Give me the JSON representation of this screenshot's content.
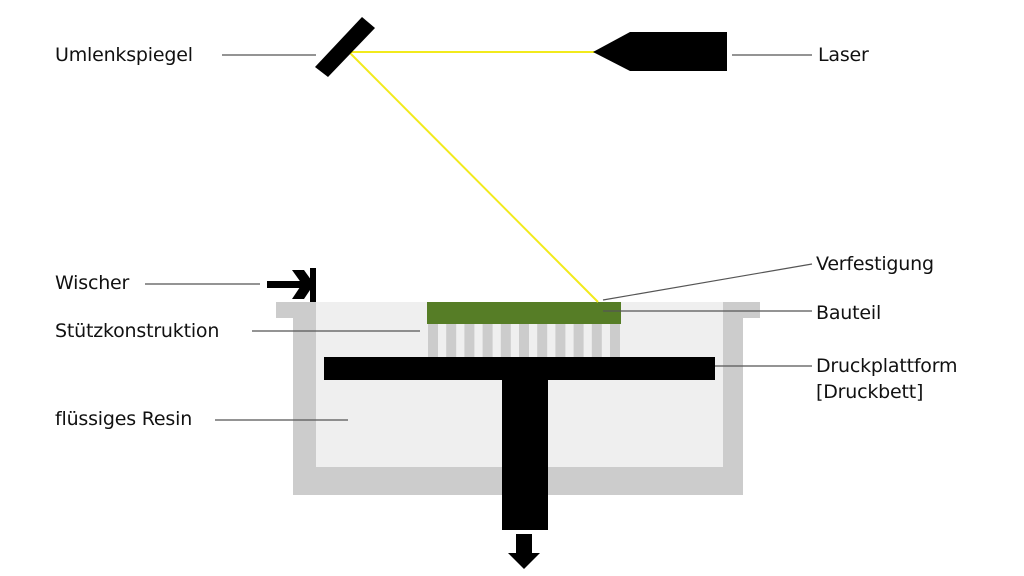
{
  "title": "Stereolithografie (SLA) Prinzip",
  "labels": {
    "umlenkspiegel": "Umlenkspiegel",
    "laser": "Laser",
    "wischer": "Wischer",
    "verfestigung": "Verfestigung",
    "stuetzkonstruktion": "Stützkonstruktion",
    "bauteil": "Bauteil",
    "druckplattform_line1": "Druckplattform",
    "druckplattform_line2": "[Druckbett]",
    "resin": "flüssiges Resin"
  },
  "colors": {
    "laser_beam": "#f2ea1c",
    "part": "#567d26",
    "tank_wall": "#cccccc",
    "resin": "#efefef",
    "support": "#cccccc",
    "black": "#000000",
    "leader": "#555555"
  },
  "support_count": 11
}
